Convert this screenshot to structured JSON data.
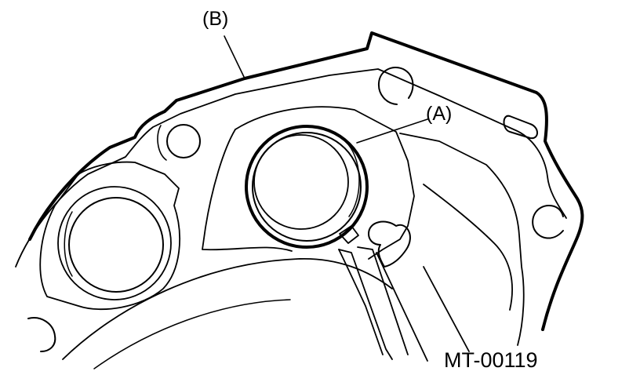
{
  "labels": {
    "part_b": "(B)",
    "part_a": "(A)",
    "figure_code": "MT-00119"
  },
  "colors": {
    "line": "#000000",
    "background": "#ffffff"
  }
}
